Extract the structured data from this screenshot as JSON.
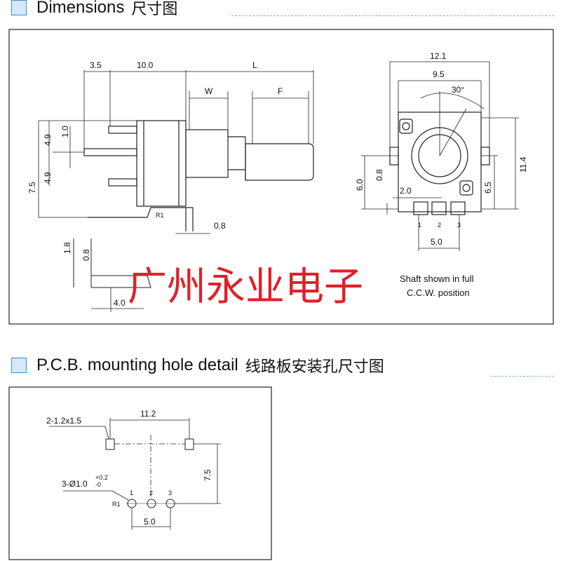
{
  "section1": {
    "title": "Dimensions",
    "title_cn": "尺寸图"
  },
  "section2": {
    "title": "P.C.B. mounting hole detail",
    "title_cn": "线路板安装孔尺寸图"
  },
  "side_view": {
    "d_3_5": "3.5",
    "d_10_0": "10.0",
    "d_L": "L",
    "d_W": "W",
    "d_F": "F",
    "d_4_9_top": "4.9",
    "d_1_0": "1.0",
    "d_4_9_bot": "4.9",
    "d_7_5": "7.5",
    "r1": "R1",
    "d_0_8": "0.8"
  },
  "terminal_detail": {
    "d_1_8": "1.8",
    "d_0_8": "0.8",
    "d_4_0": "4.0"
  },
  "front_view": {
    "d_12_1": "12.1",
    "d_9_5": "9.5",
    "d_30": "30°",
    "d_11_4": "11.4",
    "d_6_0": "6.0",
    "d_0_8": "0.8",
    "d_2_0": "2.0",
    "d_6_5": "6.5",
    "d_5_0": "5.0",
    "pin1": "1",
    "pin2": "2",
    "pin3": "3"
  },
  "note_line1": "Shaft shown in full",
  "note_line2": "C.C.W. position",
  "watermark": "广州永业电子",
  "pcb": {
    "d_holes": "2-1.2x1.5",
    "d_11_2": "11.2",
    "d_7_5": "7.5",
    "d_pins_main": "3-Ø1.0",
    "d_pins_tol_plus": "+0.2",
    "d_pins_tol_minus": "-0",
    "r1": "R1",
    "pin1": "1",
    "pin2": "2",
    "pin3": "3",
    "d_5_0": "5.0"
  }
}
